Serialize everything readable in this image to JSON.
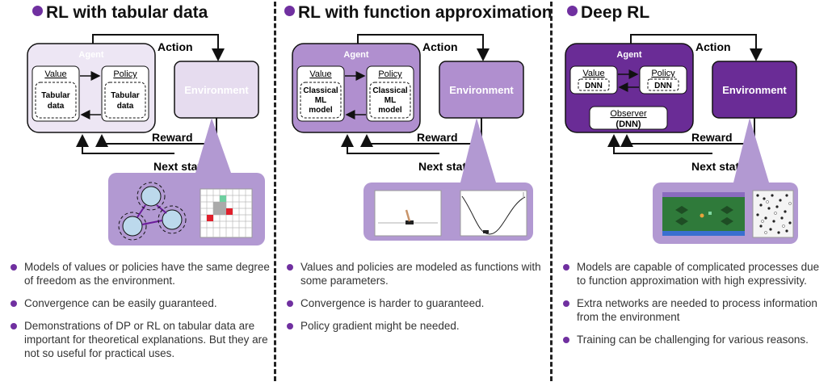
{
  "columns": [
    {
      "title": "RL with tabular data",
      "agent_label": "Agent",
      "environment_label": "Environment",
      "action_label": "Action",
      "reward_label": "Reward",
      "next_state_label": "Next state",
      "value_label": "Value",
      "policy_label": "Policy",
      "value_inner": [
        "Tabular",
        "data"
      ],
      "policy_inner": [
        "Tabular",
        "data"
      ],
      "bullets": [
        "Models of values or policies have the same degree of freedom as the environment.",
        "Convergence can be easily guaranteed.",
        "Demonstrations of DP or RL on tabular data are important for theoretical explanations. But they are not so useful for practical uses."
      ]
    },
    {
      "title": "RL with function approximation",
      "agent_label": "Agent",
      "environment_label": "Environment",
      "action_label": "Action",
      "reward_label": "Reward",
      "next_state_label": "Next state",
      "value_label": "Value",
      "policy_label": "Policy",
      "value_inner": [
        "Classical",
        "ML",
        "model"
      ],
      "policy_inner": [
        "Classical",
        "ML",
        "model"
      ],
      "bullets": [
        "Values and policies are modeled as functions with some parameters.",
        "Convergence is harder to guaranteed.",
        "Policy gradient might be needed."
      ]
    },
    {
      "title": "Deep RL",
      "agent_label": "Agent",
      "environment_label": "Environment",
      "action_label": "Action",
      "reward_label": "Reward",
      "next_state_label": "Next state",
      "value_label": "Value",
      "policy_label": "Policy",
      "value_inner": [
        "DNN"
      ],
      "policy_inner": [
        "DNN"
      ],
      "observer_label": "Observer",
      "observer_inner": "(DNN)",
      "bullets": [
        "Models are capable of complicated processes due to function approximation with high expressivity.",
        "Extra networks are needed to process information from the environment",
        "Training can be challenging for various reasons."
      ]
    }
  ],
  "colors": {
    "accent": "#7030a0",
    "tabular_agent": "#ede6f4",
    "tabular_env": "#e6dcef",
    "fa_agent": "#b08fcf",
    "fa_env": "#b08fcf",
    "deep_agent": "#6a2c96",
    "deep_env": "#6a2c96",
    "callout": "#b299d2"
  }
}
